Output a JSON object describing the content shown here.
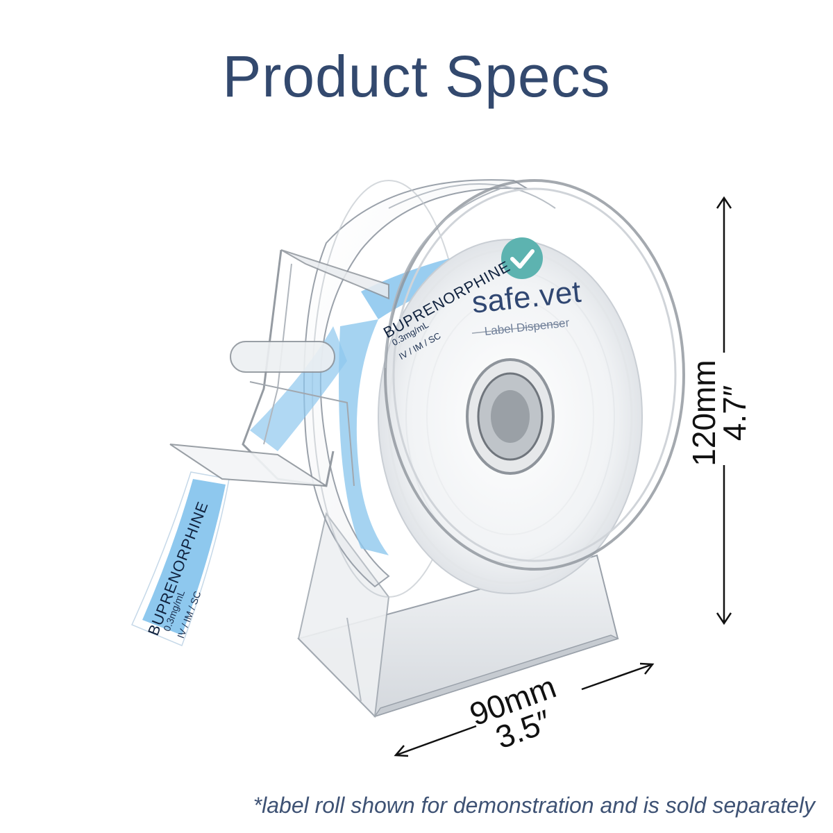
{
  "header": {
    "title": "Product Specs"
  },
  "product": {
    "brand": "safe.vet",
    "subtitle": "Label Dispenser",
    "label": {
      "drug": "BUPRENORPHINE",
      "dose": "0.3mg/mL",
      "route": "IV / IM / SC"
    }
  },
  "dimensions": {
    "height_metric": "120mm",
    "height_imperial": "4.7″",
    "width_metric": "90mm",
    "width_imperial": "3.5″"
  },
  "footnote": "*label roll shown for demonstration and is sold separately",
  "colors": {
    "title": "#33496e",
    "accent_teal": "#5db3b0",
    "label_blue": "#8ec8ee",
    "brand_text": "#304772"
  },
  "icons": {
    "badge": "check-icon"
  }
}
